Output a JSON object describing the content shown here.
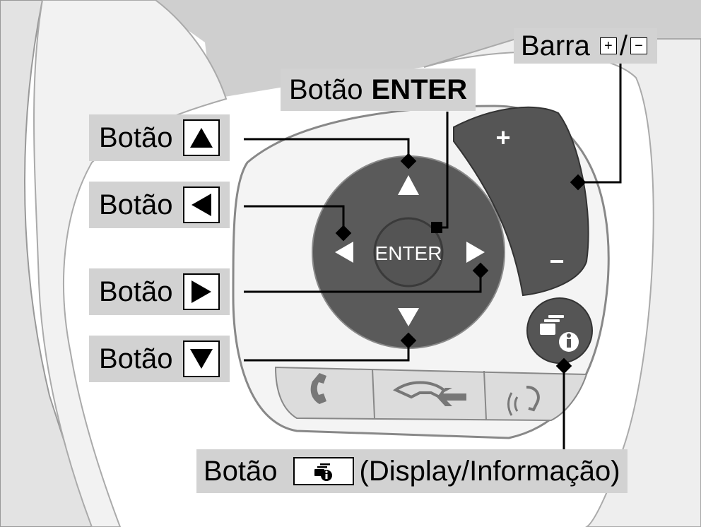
{
  "labels": {
    "bar": {
      "prefix": "Barra",
      "plus": "+",
      "slash": "/",
      "minus": "−"
    },
    "enter": {
      "prefix": "Botão",
      "bold": "ENTER"
    },
    "up": {
      "prefix": "Botão",
      "icon": "triangle-up-icon"
    },
    "left": {
      "prefix": "Botão",
      "icon": "triangle-left-icon"
    },
    "right": {
      "prefix": "Botão",
      "icon": "triangle-right-icon"
    },
    "down": {
      "prefix": "Botão",
      "icon": "triangle-down-icon"
    },
    "info": {
      "prefix": "Botão",
      "suffix": "(Display/Informação)",
      "icon": "display-info-icon"
    }
  },
  "controls": {
    "enter_text": "ENTER",
    "plus": "+",
    "minus": "−",
    "phone_icon": "phone-icon",
    "hangup_back_icon": "hangup-back-icon",
    "voice_icon": "voice-icon"
  },
  "colors": {
    "label_bg": "#d2d2d2",
    "pad_dark": "#5a5a5a",
    "wheel_light": "#e6e6e6",
    "leader": "#000000"
  }
}
